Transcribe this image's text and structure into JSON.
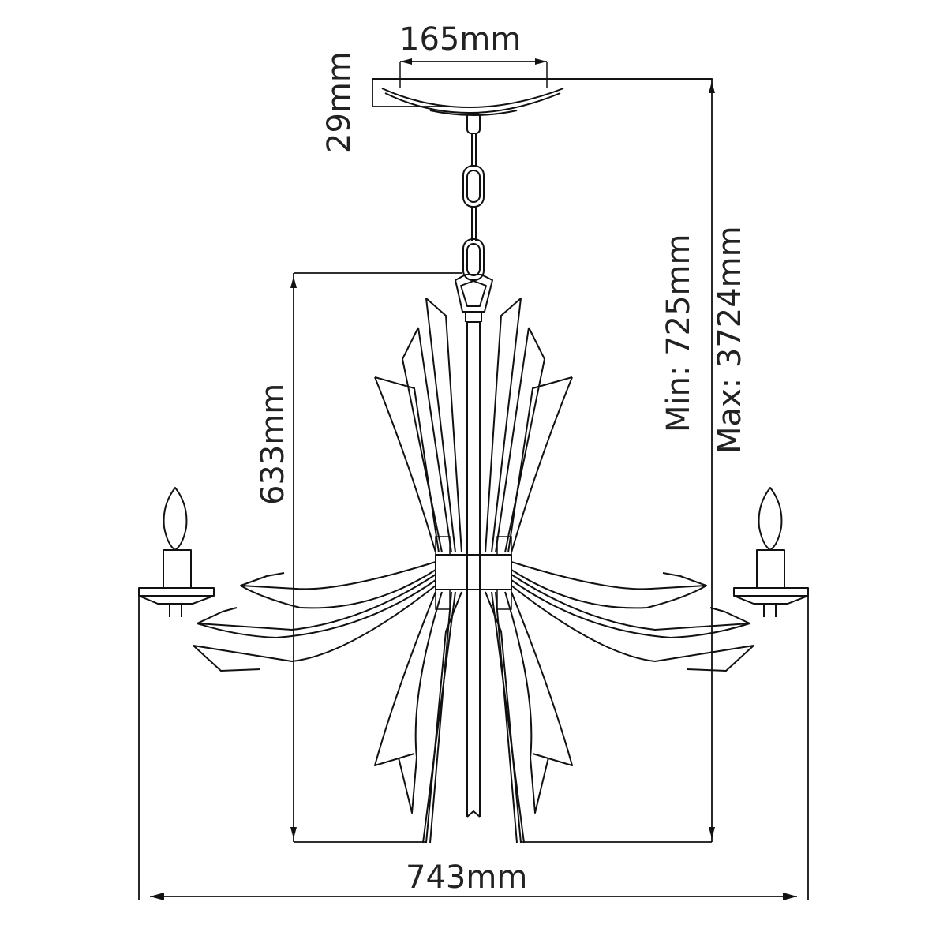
{
  "drawing": {
    "subject": "chandelier-dimension-drawing",
    "line_color": "#111111",
    "text_color": "#222222",
    "background": "#ffffff"
  },
  "dimensions": {
    "canopy_width": "165mm",
    "canopy_height": "29mm",
    "body_height": "633mm",
    "min_height": "Min: 725mm",
    "max_height": "Max: 3724mm",
    "total_width": "743mm"
  },
  "components": {
    "canopy": "ceiling-canopy",
    "chain": "suspension-chain",
    "body": "central-leaf-body",
    "arms": [
      "left-arm",
      "right-arm"
    ],
    "candles": [
      "left-candle-bulb",
      "right-candle-bulb"
    ]
  }
}
